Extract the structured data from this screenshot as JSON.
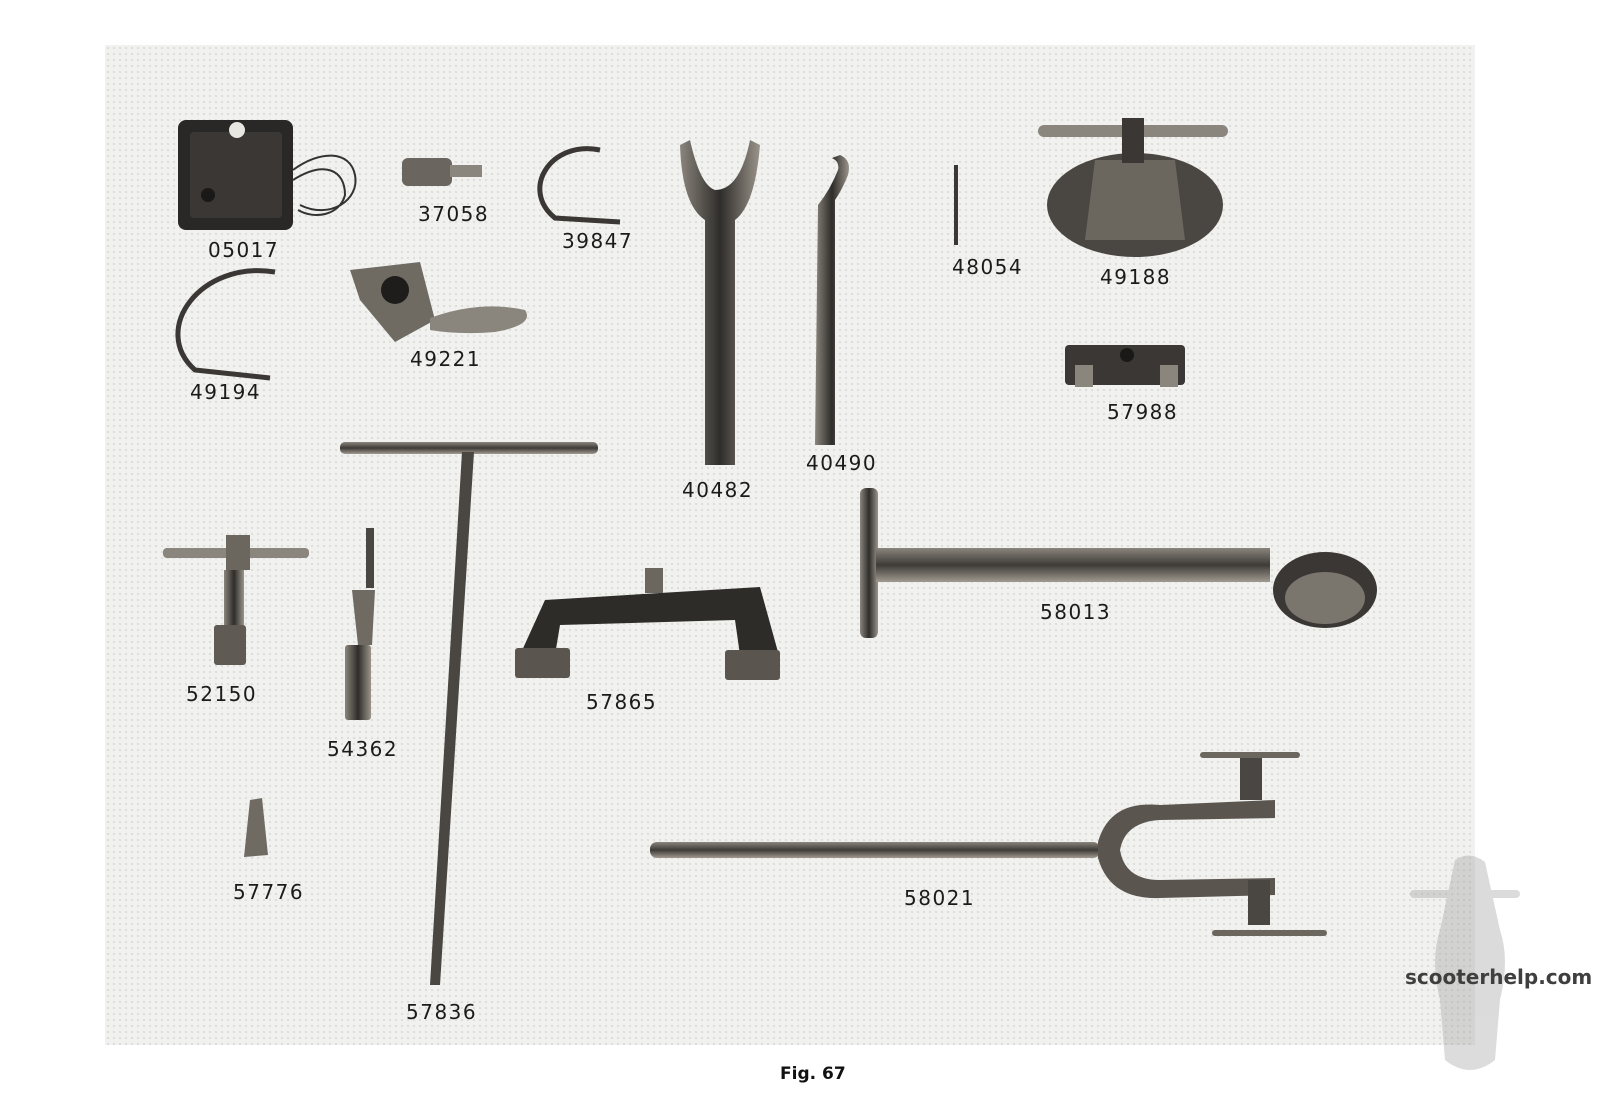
{
  "figure": {
    "caption": "Fig. 67"
  },
  "watermark": {
    "text": "scooterhelp.com"
  },
  "tools": [
    {
      "id": "05017"
    },
    {
      "id": "37058"
    },
    {
      "id": "39847"
    },
    {
      "id": "40482"
    },
    {
      "id": "40490"
    },
    {
      "id": "48054"
    },
    {
      "id": "49188"
    },
    {
      "id": "49194"
    },
    {
      "id": "49221"
    },
    {
      "id": "57988"
    },
    {
      "id": "52150"
    },
    {
      "id": "54362"
    },
    {
      "id": "57836"
    },
    {
      "id": "57865"
    },
    {
      "id": "58013"
    },
    {
      "id": "57776"
    },
    {
      "id": "58021"
    }
  ],
  "colors": {
    "paper": "#f1f1ef",
    "metal": "#5b5650",
    "dark_metal": "#2c2a27",
    "ink": "#1b1b1b"
  }
}
